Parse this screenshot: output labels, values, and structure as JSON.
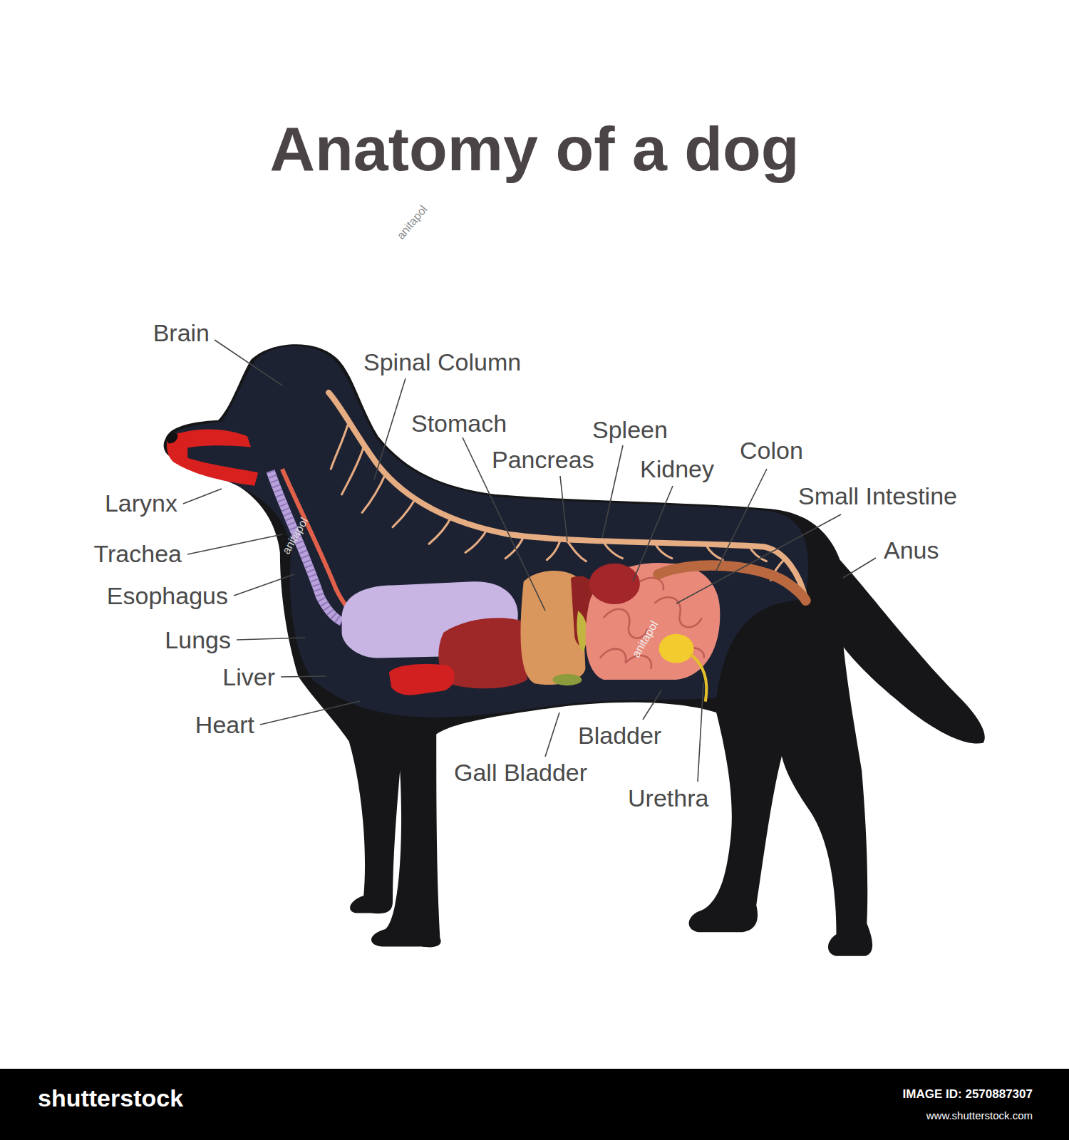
{
  "diagram": {
    "title": "Anatomy of a dog",
    "labels": [
      "Brain",
      "Spinal Column",
      "Stomach",
      "Spleen",
      "Pancreas",
      "Kidney",
      "Colon",
      "Small Intestine",
      "Anus",
      "Larynx",
      "Trachea",
      "Esophagus",
      "Lungs",
      "Liver",
      "Heart",
      "Bladder",
      "Gall Bladder",
      "Urethra",
      "anitapol",
      "anitapol",
      "anitapol",
      "shutterstock",
      "IMAGE ID: 2570887307",
      "www.shutterstock.com"
    ]
  }
}
